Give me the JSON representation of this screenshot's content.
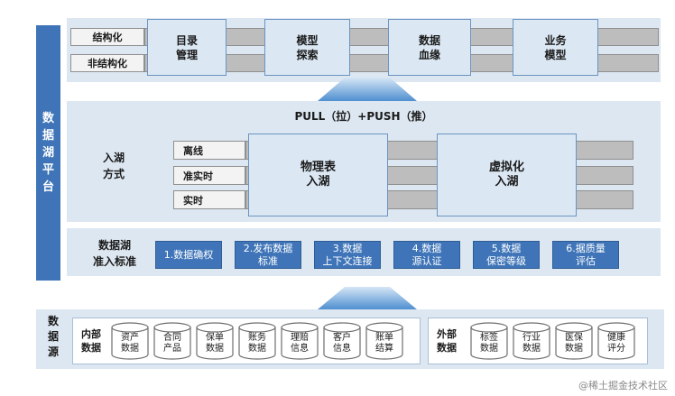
{
  "platform": {
    "label": [
      "数",
      "据",
      "湖",
      "平",
      "台"
    ]
  },
  "top": {
    "rows": [
      "结构化",
      "非结构化"
    ],
    "modules": [
      {
        "line1": "目录",
        "line2": "管理"
      },
      {
        "line1": "模型",
        "line2": "探索"
      },
      {
        "line1": "数据",
        "line2": "血缘"
      },
      {
        "line1": "业务",
        "line2": "模型"
      }
    ]
  },
  "ingest": {
    "title": "PULL（拉）+PUSH（推）",
    "mode_label": {
      "line1": "入湖",
      "line2": "方式"
    },
    "rows": [
      "离线",
      "准实时",
      "实时"
    ],
    "boxes": [
      {
        "line1": "物理表",
        "line2": "入湖"
      },
      {
        "line1": "虚拟化",
        "line2": "入湖"
      }
    ]
  },
  "standards": {
    "label": {
      "line1": "数据湖",
      "line2": "准入标准"
    },
    "items": [
      {
        "line1": "1.数据确权",
        "line2": ""
      },
      {
        "line1": "2.发布数据",
        "line2": "标准"
      },
      {
        "line1": "3.数据",
        "line2": "上下文连接"
      },
      {
        "line1": "4.数据",
        "line2": "源认证"
      },
      {
        "line1": "5.数据",
        "line2": "保密等级"
      },
      {
        "line1": "6.据质量",
        "line2": "评估"
      }
    ]
  },
  "sources": {
    "title": [
      "数",
      "据",
      "源"
    ],
    "internal": {
      "label": {
        "line1": "内部",
        "line2": "数据"
      },
      "items": [
        {
          "line1": "资产",
          "line2": "数据"
        },
        {
          "line1": "合同",
          "line2": "产品"
        },
        {
          "line1": "保单",
          "line2": "数据"
        },
        {
          "line1": "账务",
          "line2": "数据"
        },
        {
          "line1": "理赔",
          "line2": "信息"
        },
        {
          "line1": "客户",
          "line2": "信息"
        },
        {
          "line1": "账单",
          "line2": "结算"
        }
      ]
    },
    "external": {
      "label": {
        "line1": "外部",
        "line2": "数据"
      },
      "items": [
        {
          "line1": "标签",
          "line2": "数据"
        },
        {
          "line1": "行业",
          "line2": "数据"
        },
        {
          "line1": "医保",
          "line2": "数据"
        },
        {
          "line1": "健康",
          "line2": "评分"
        }
      ]
    }
  },
  "watermark": "@稀土掘金技术社区",
  "colors": {
    "accent": "#3f75b8",
    "panel": "#dde7f1",
    "bar": "#bdbdbd"
  }
}
